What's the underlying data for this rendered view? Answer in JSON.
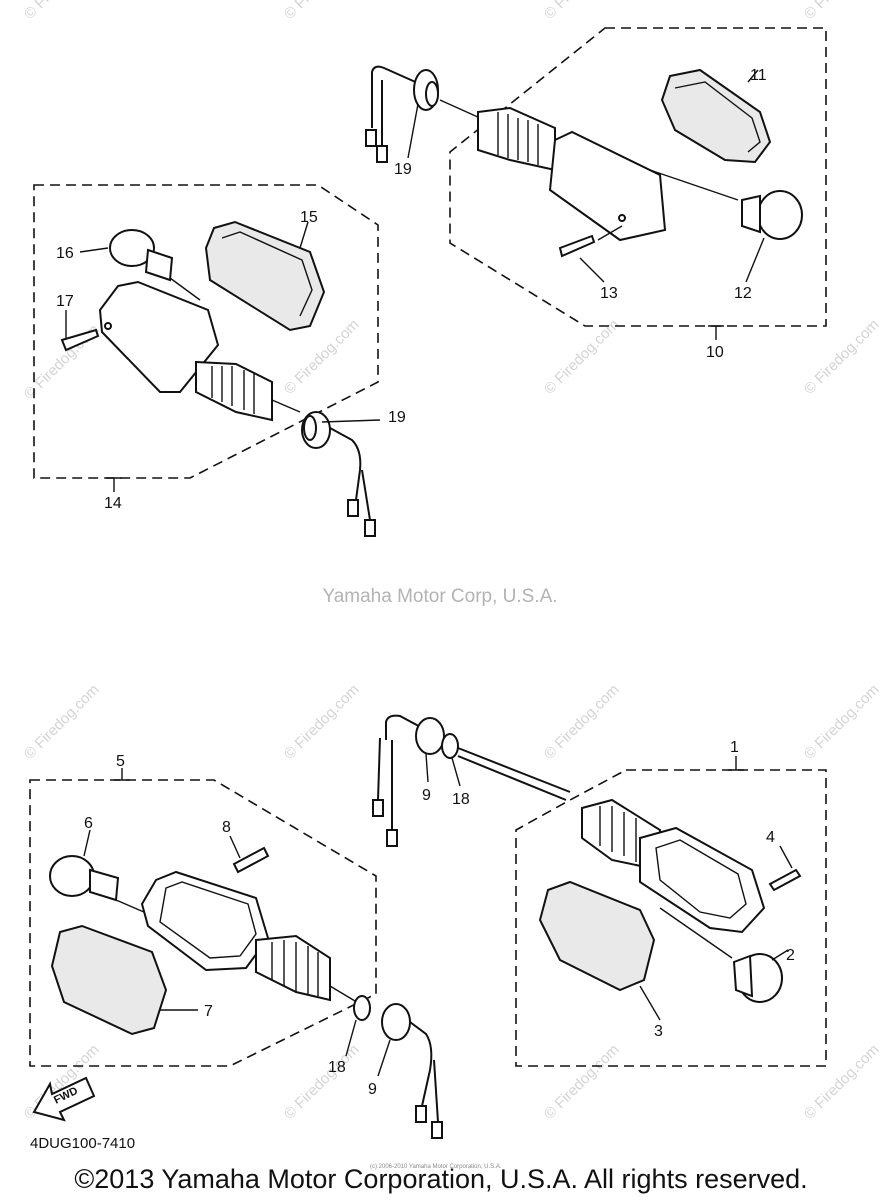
{
  "watermark_text": "© Firedog.com",
  "mid_credit": "Yamaha Motor Corp, U.S.A.",
  "diagram_code": "4DUG100-7410",
  "fwd_label": "FWD",
  "tiny_credit": "(c) 2006-2010 Yamaha Motor Corporation, U.S.A.",
  "copyright": "©2013 Yamaha Motor Corporation, U.S.A. All rights reserved.",
  "callouts": {
    "c1": "1",
    "c2": "2",
    "c3": "3",
    "c4": "4",
    "c5": "5",
    "c6": "6",
    "c7": "7",
    "c8": "8",
    "c9a": "9",
    "c9b": "9",
    "c10": "10",
    "c11": "11",
    "c12": "12",
    "c13": "13",
    "c14": "14",
    "c15": "15",
    "c16": "16",
    "c17": "17",
    "c18a": "18",
    "c18b": "18",
    "c19a": "19",
    "c19b": "19"
  }
}
